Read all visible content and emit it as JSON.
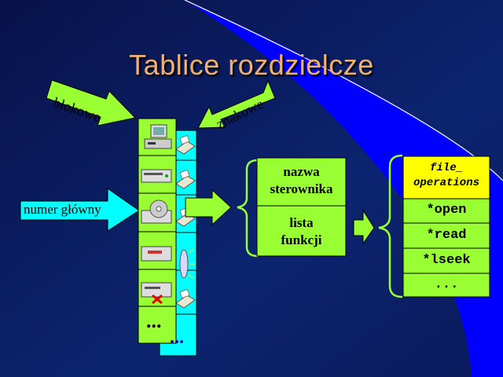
{
  "title": "Tablice rozdzielcze",
  "arrows": {
    "block": "blokowe",
    "char": "znakowe",
    "major": "numer główny"
  },
  "block_table": {
    "ellipsis": "...",
    "device_icons": [
      "computer-icon",
      "modem-icon",
      "cd-drive-icon",
      "tape-drive-icon",
      "broken-device-icon"
    ]
  },
  "char_table": {
    "ellipsis": "...",
    "device_icons": [
      "printer-icon",
      "printer-icon",
      "printer-icon",
      "cd-disc-icon",
      "printer-icon"
    ]
  },
  "driver_entry": {
    "name": "nazwa sterownika",
    "name_line1": "nazwa",
    "name_line2": "sterownika",
    "funcs_line1": "lista",
    "funcs_line2": "funkcji"
  },
  "file_operations": {
    "header_line1": "file_",
    "header_line2": "operations",
    "items": [
      "*open",
      "*read",
      "*lseek",
      "..."
    ]
  },
  "colors": {
    "background": "#0a1a5c",
    "title": "#f0b070",
    "green": "#99ff33",
    "cyan": "#00ffff",
    "yellow": "#ffff00",
    "accent_blue": "#0000ff"
  }
}
